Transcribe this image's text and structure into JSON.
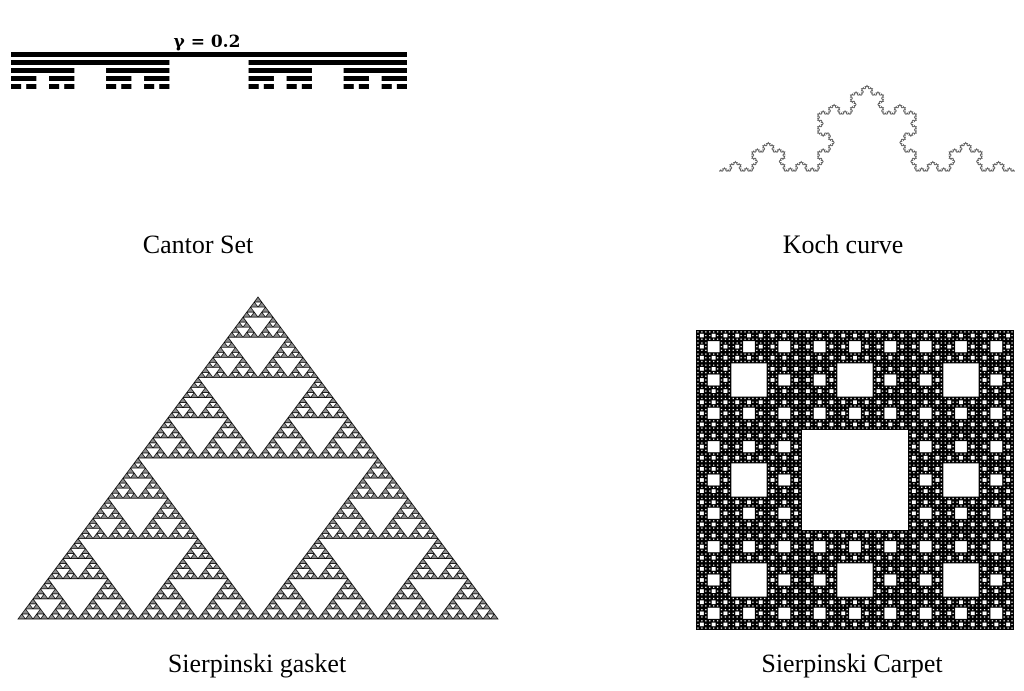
{
  "figures": {
    "cantor": {
      "label": "γ = 0.2",
      "caption": "Cantor Set",
      "gamma": 0.2,
      "levels": 5
    },
    "koch": {
      "caption": "Koch curve",
      "iterations": 5
    },
    "gasket": {
      "caption": "Sierpinski gasket",
      "depth": 6
    },
    "carpet": {
      "caption": "Sierpinski Carpet",
      "depth": 5
    }
  },
  "colors": {
    "fill": "#000000",
    "background": "#ffffff"
  }
}
